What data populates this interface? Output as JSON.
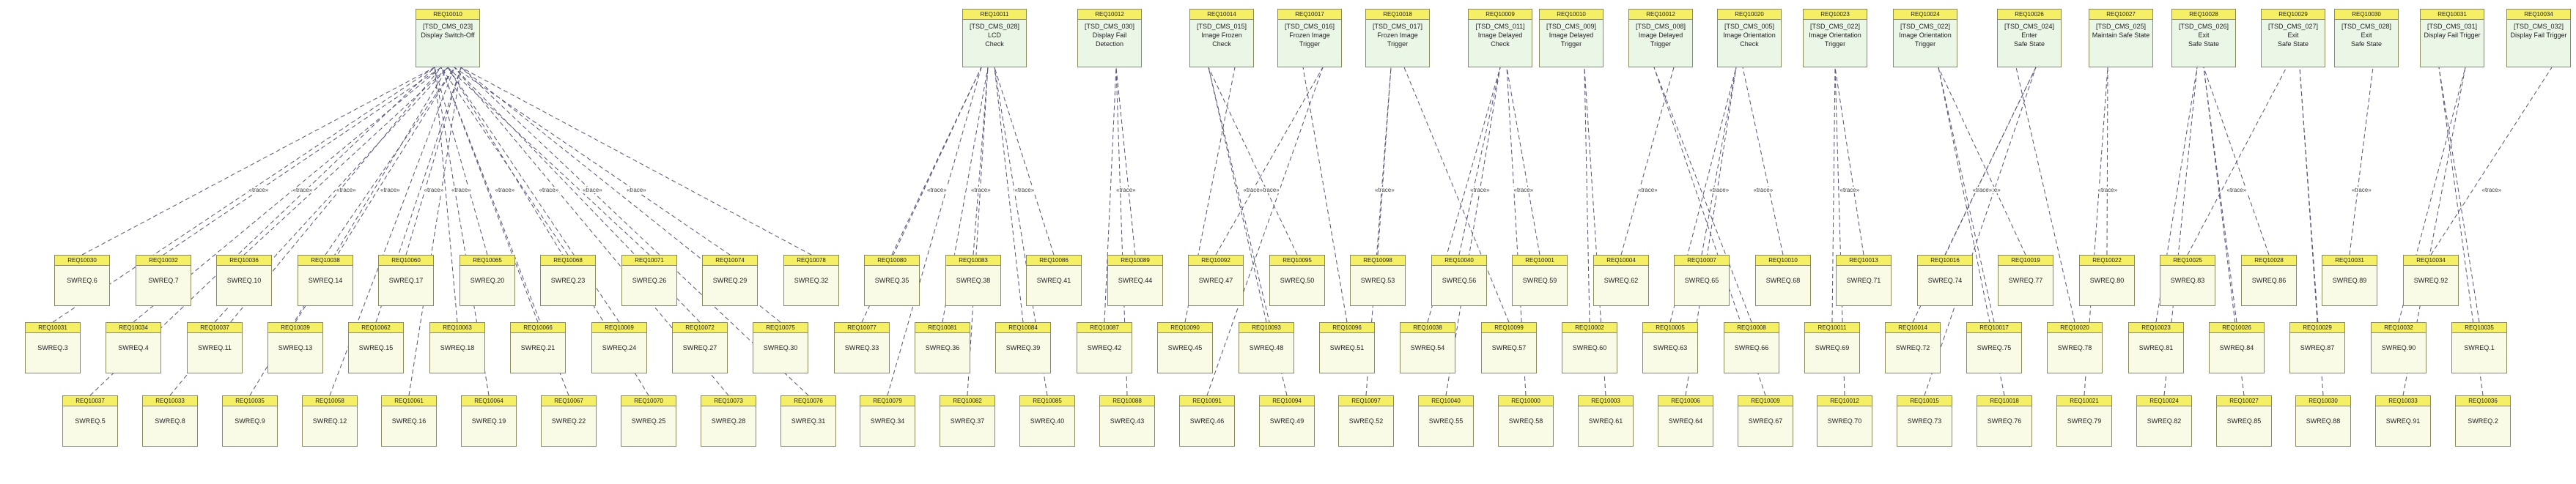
{
  "diagram": {
    "top_requirements": [
      {
        "id": "REQ10010",
        "text": "[TSD_CMS_023]\nDisplay Switch-Off"
      },
      {
        "id": "REQ10011",
        "text": "[TSD_CMS_028] LCD\nCheck"
      },
      {
        "id": "REQ10012",
        "text": "[TSD_CMS_030]\nDisplay Fail Detection"
      },
      {
        "id": "REQ10014",
        "text": "[TSD_CMS_015]\nImage Frozen Check"
      },
      {
        "id": "REQ10017",
        "text": "[TSD_CMS_016]\nFrozen Image Trigger"
      },
      {
        "id": "REQ10018",
        "text": "[TSD_CMS_017]\nFrozen Image Trigger"
      },
      {
        "id": "REQ10009",
        "text": "[TSD_CMS_011]\nImage Delayed Check"
      },
      {
        "id": "REQ10010",
        "text": "[TSD_CMS_009]\nImage Delayed Trigger"
      },
      {
        "id": "REQ10012",
        "text": "[TSD_CMS_008]\nImage Delayed Trigger"
      },
      {
        "id": "REQ10020",
        "text": "[TSD_CMS_005]\nImage Orientation\nCheck"
      },
      {
        "id": "REQ10023",
        "text": "[TSD_CMS_022]\nImage Orientation\nTrigger"
      },
      {
        "id": "REQ10024",
        "text": "[TSD_CMS_022]\nImage Orientation\nTrigger"
      },
      {
        "id": "REQ10026",
        "text": "[TSD_CMS_024] Enter\nSafe State"
      },
      {
        "id": "REQ10027",
        "text": "[TSD_CMS_025]\nMaintain Safe State"
      },
      {
        "id": "REQ10028",
        "text": "[TSD_CMS_026] Exit\nSafe State"
      },
      {
        "id": "REQ10029",
        "text": "[TSD_CMS_027] Exit\nSafe State"
      },
      {
        "id": "REQ10030",
        "text": "[TSD_CMS_028] Exit\nSafe State"
      },
      {
        "id": "REQ10031",
        "text": "[TSD_CMS_031]\nDisplay Fail Trigger"
      },
      {
        "id": "REQ10034",
        "text": "[TSD_CMS_032]\nDisplay Fail Trigger"
      }
    ],
    "trace_label": "«trace»",
    "row1": [
      {
        "id": "REQ10030",
        "text": "SWREQ.6"
      },
      {
        "id": "REQ10032",
        "text": "SWREQ.7"
      },
      {
        "id": "REQ10036",
        "text": "SWREQ.10"
      },
      {
        "id": "REQ10038",
        "text": "SWREQ.14"
      },
      {
        "id": "REQ10060",
        "text": "SWREQ.17"
      },
      {
        "id": "REQ10065",
        "text": "SWREQ.20"
      },
      {
        "id": "REQ10068",
        "text": "SWREQ.23"
      },
      {
        "id": "REQ10071",
        "text": "SWREQ.26"
      },
      {
        "id": "REQ10074",
        "text": "SWREQ.29"
      },
      {
        "id": "REQ10078",
        "text": "SWREQ.32"
      },
      {
        "id": "REQ10080",
        "text": "SWREQ.35"
      },
      {
        "id": "REQ10083",
        "text": "SWREQ.38"
      },
      {
        "id": "REQ10086",
        "text": "SWREQ.41"
      },
      {
        "id": "REQ10089",
        "text": "SWREQ.44"
      },
      {
        "id": "REQ10092",
        "text": "SWREQ.47"
      },
      {
        "id": "REQ10095",
        "text": "SWREQ.50"
      },
      {
        "id": "REQ10098",
        "text": "SWREQ.53"
      },
      {
        "id": "REQ10040",
        "text": "SWREQ.56"
      },
      {
        "id": "REQ10001",
        "text": "SWREQ.59"
      },
      {
        "id": "REQ10004",
        "text": "SWREQ.62"
      },
      {
        "id": "REQ10007",
        "text": "SWREQ.65"
      },
      {
        "id": "REQ10010",
        "text": "SWREQ.68"
      },
      {
        "id": "REQ10013",
        "text": "SWREQ.71"
      },
      {
        "id": "REQ10016",
        "text": "SWREQ.74"
      },
      {
        "id": "REQ10019",
        "text": "SWREQ.77"
      },
      {
        "id": "REQ10022",
        "text": "SWREQ.80"
      },
      {
        "id": "REQ10025",
        "text": "SWREQ.83"
      },
      {
        "id": "REQ10028",
        "text": "SWREQ.86"
      },
      {
        "id": "REQ10031",
        "text": "SWREQ.89"
      },
      {
        "id": "REQ10034",
        "text": "SWREQ.92"
      }
    ],
    "row2": [
      {
        "id": "REQ10031",
        "text": "SWREQ.3"
      },
      {
        "id": "REQ10034",
        "text": "SWREQ.4"
      },
      {
        "id": "REQ10037",
        "text": "SWREQ.11"
      },
      {
        "id": "REQ10039",
        "text": "SWREQ.13"
      },
      {
        "id": "REQ10062",
        "text": "SWREQ.15"
      },
      {
        "id": "REQ10063",
        "text": "SWREQ.18"
      },
      {
        "id": "REQ10066",
        "text": "SWREQ.21"
      },
      {
        "id": "REQ10069",
        "text": "SWREQ.24"
      },
      {
        "id": "REQ10072",
        "text": "SWREQ.27"
      },
      {
        "id": "REQ10075",
        "text": "SWREQ.30"
      },
      {
        "id": "REQ10077",
        "text": "SWREQ.33"
      },
      {
        "id": "REQ10081",
        "text": "SWREQ.36"
      },
      {
        "id": "REQ10084",
        "text": "SWREQ.39"
      },
      {
        "id": "REQ10087",
        "text": "SWREQ.42"
      },
      {
        "id": "REQ10090",
        "text": "SWREQ.45"
      },
      {
        "id": "REQ10093",
        "text": "SWREQ.48"
      },
      {
        "id": "REQ10096",
        "text": "SWREQ.51"
      },
      {
        "id": "REQ10038",
        "text": "SWREQ.54"
      },
      {
        "id": "REQ10099",
        "text": "SWREQ.57"
      },
      {
        "id": "REQ10002",
        "text": "SWREQ.60"
      },
      {
        "id": "REQ10005",
        "text": "SWREQ.63"
      },
      {
        "id": "REQ10008",
        "text": "SWREQ.66"
      },
      {
        "id": "REQ10011",
        "text": "SWREQ.69"
      },
      {
        "id": "REQ10014",
        "text": "SWREQ.72"
      },
      {
        "id": "REQ10017",
        "text": "SWREQ.75"
      },
      {
        "id": "REQ10020",
        "text": "SWREQ.78"
      },
      {
        "id": "REQ10023",
        "text": "SWREQ.81"
      },
      {
        "id": "REQ10026",
        "text": "SWREQ.84"
      },
      {
        "id": "REQ10029",
        "text": "SWREQ.87"
      },
      {
        "id": "REQ10032",
        "text": "SWREQ.90"
      },
      {
        "id": "REQ10035",
        "text": "SWREQ.1"
      }
    ],
    "row3": [
      {
        "id": "REQ10037",
        "text": "SWREQ.5"
      },
      {
        "id": "REQ10033",
        "text": "SWREQ.8"
      },
      {
        "id": "REQ10035",
        "text": "SWREQ.9"
      },
      {
        "id": "REQ10058",
        "text": "SWREQ.12"
      },
      {
        "id": "REQ10061",
        "text": "SWREQ.16"
      },
      {
        "id": "REQ10064",
        "text": "SWREQ.19"
      },
      {
        "id": "REQ10067",
        "text": "SWREQ.22"
      },
      {
        "id": "REQ10070",
        "text": "SWREQ.25"
      },
      {
        "id": "REQ10073",
        "text": "SWREQ.28"
      },
      {
        "id": "REQ10076",
        "text": "SWREQ.31"
      },
      {
        "id": "REQ10079",
        "text": "SWREQ.34"
      },
      {
        "id": "REQ10082",
        "text": "SWREQ.37"
      },
      {
        "id": "REQ10085",
        "text": "SWREQ.40"
      },
      {
        "id": "REQ10088",
        "text": "SWREQ.43"
      },
      {
        "id": "REQ10091",
        "text": "SWREQ.46"
      },
      {
        "id": "REQ10094",
        "text": "SWREQ.49"
      },
      {
        "id": "REQ10097",
        "text": "SWREQ.52"
      },
      {
        "id": "REQ10040",
        "text": "SWREQ.55"
      },
      {
        "id": "REQ10000",
        "text": "SWREQ.58"
      },
      {
        "id": "REQ10003",
        "text": "SWREQ.61"
      },
      {
        "id": "REQ10006",
        "text": "SWREQ.64"
      },
      {
        "id": "REQ10009",
        "text": "SWREQ.67"
      },
      {
        "id": "REQ10012",
        "text": "SWREQ.70"
      },
      {
        "id": "REQ10015",
        "text": "SWREQ.73"
      },
      {
        "id": "REQ10018",
        "text": "SWREQ.76"
      },
      {
        "id": "REQ10021",
        "text": "SWREQ.79"
      },
      {
        "id": "REQ10024",
        "text": "SWREQ.82"
      },
      {
        "id": "REQ10027",
        "text": "SWREQ.85"
      },
      {
        "id": "REQ10030",
        "text": "SWREQ.88"
      },
      {
        "id": "REQ10033",
        "text": "SWREQ.91"
      },
      {
        "id": "REQ10036",
        "text": "SWREQ.2"
      }
    ]
  }
}
